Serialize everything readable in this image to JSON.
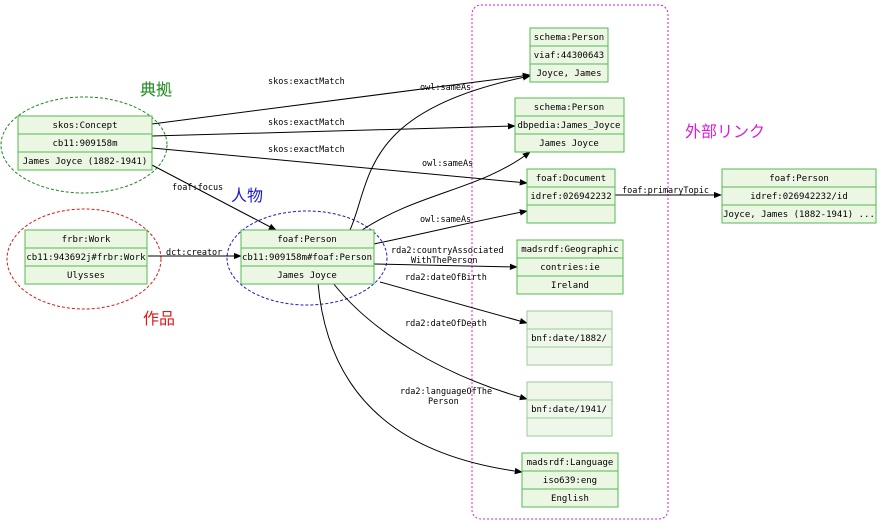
{
  "labels": {
    "authority": "典拠",
    "person": "人物",
    "work": "作品",
    "external": "外部リンク"
  },
  "colors": {
    "authority": "#1a8a1a",
    "person": "#1a1acc",
    "work": "#dd1a1a",
    "external": "#dd1add"
  },
  "nodes": {
    "concept": [
      "skos:Concept",
      "cb11:909158m",
      "James Joyce (1882-1941)"
    ],
    "work": [
      "frbr:Work",
      "cb11:943692j#frbr:Work",
      "Ulysses"
    ],
    "person": [
      "foaf:Person",
      "cb11:909158m#foaf:Person",
      "James Joyce"
    ],
    "schema_viaf": [
      "schema:Person",
      "viaf:44300643",
      "Joyce, James"
    ],
    "schema_dbpedia": [
      "schema:Person",
      "dbpedia:James_Joyce",
      "James Joyce"
    ],
    "document": [
      "foaf:Document",
      "idref:026942232",
      ""
    ],
    "foaf_external": [
      "foaf:Person",
      "idref:026942232/id",
      "Joyce, James (1882-1941) ..."
    ],
    "geographic": [
      "madsrdf:Geographic",
      "contries:ie",
      "Ireland"
    ],
    "birth": [
      "",
      "bnf:date/1882/",
      ""
    ],
    "death": [
      "",
      "bnf:date/1941/",
      ""
    ],
    "language": [
      "madsrdf:Language",
      "iso639:eng",
      "English"
    ]
  },
  "edges": {
    "concept_viaf": "skos:exactMatch",
    "concept_dbpedia": "skos:exactMatch",
    "concept_document": "skos:exactMatch",
    "concept_person": "foaf:focus",
    "work_person": "dct:creator",
    "person_viaf": "owl:sameAs",
    "person_dbpedia": "owl:sameAs",
    "person_document": "owl:sameAs",
    "document_foaf": "foaf:primaryTopic",
    "country_1": "rda2:countryAssociated",
    "country_2": "WithThePerson",
    "birth": "rda2:dateOfBirth",
    "death": "rda2:dateOfDeath",
    "lang_1": "rda2:languageOfThe",
    "lang_2": "Person"
  }
}
